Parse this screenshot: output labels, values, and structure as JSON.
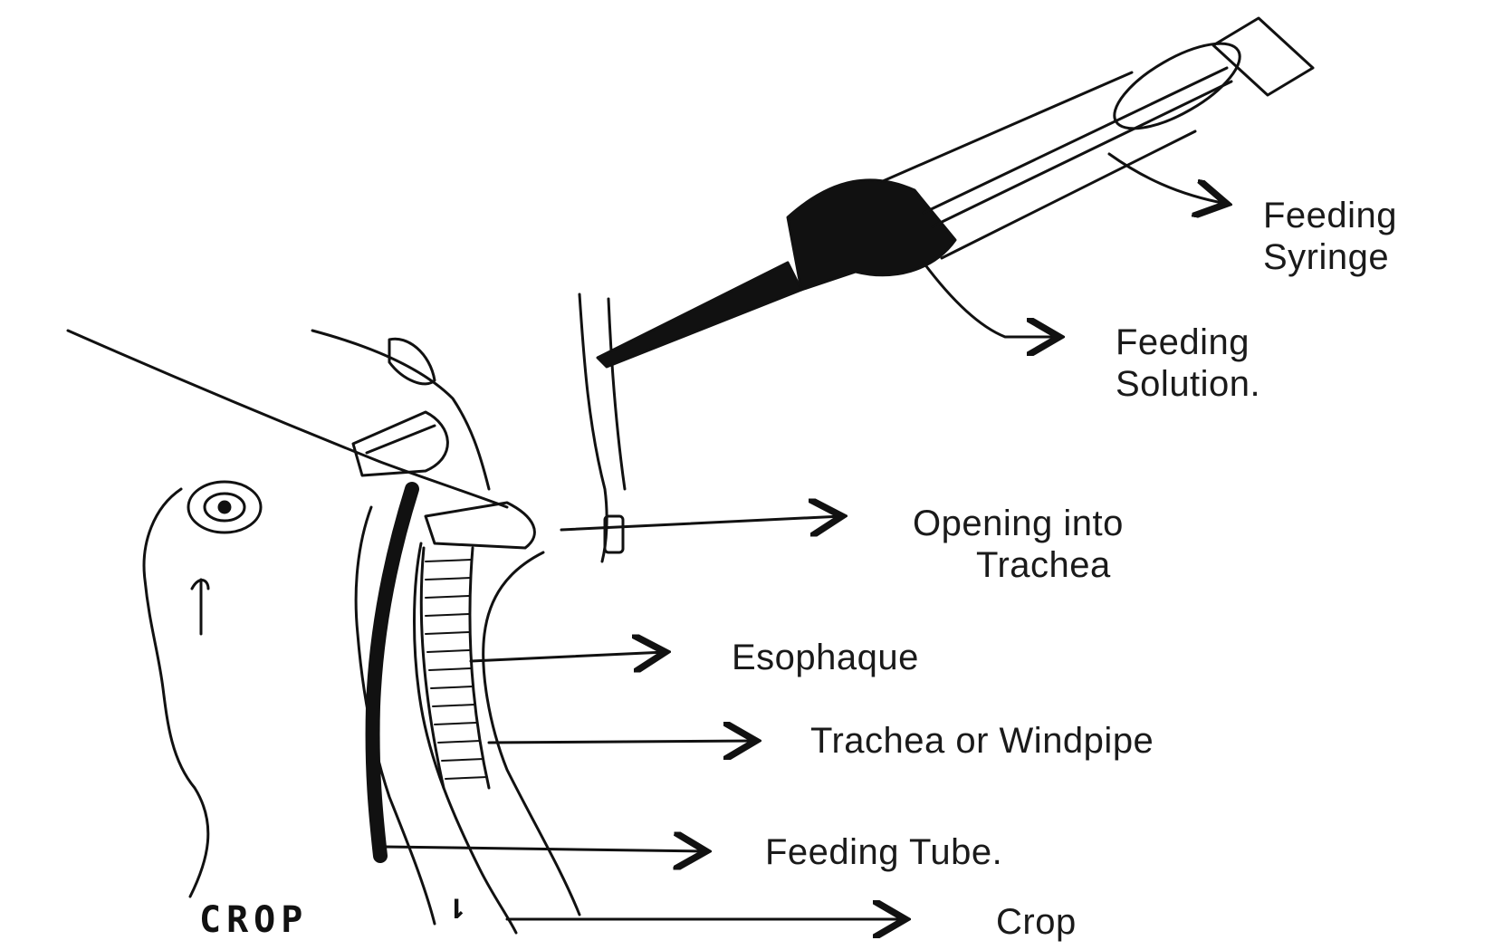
{
  "labels": {
    "feeding_syringe": [
      "Feeding",
      "Syringe"
    ],
    "feeding_solution": [
      "Feeding",
      "Solution."
    ],
    "opening_into_trachea": [
      "Opening into",
      "Trachea"
    ],
    "esophagus": "Esophaque",
    "trachea": "Trachea or Windpipe",
    "feeding_tube": "Feeding Tube.",
    "crop": "Crop"
  },
  "handwritten": {
    "crop_mark": "CROP",
    "crop_arrow": "⇂"
  },
  "colors": {
    "ink": "#111111",
    "paper": "#ffffff"
  }
}
